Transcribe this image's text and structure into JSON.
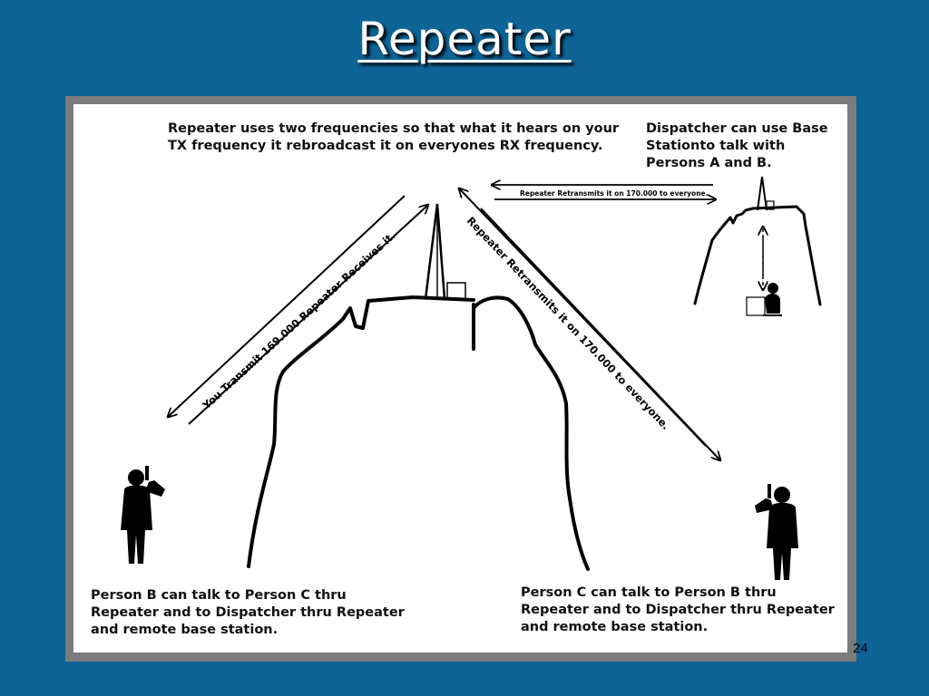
{
  "slide": {
    "title": "Repeater",
    "page_number": "24",
    "background_color": "#0e6497"
  },
  "diagram": {
    "top_note": "Repeater uses two frequencies so that what it hears on your\nTX frequency it rebroadcast it on everyones RX frequency.",
    "dispatcher_note": "Dispatcher can use Base\nStationto talk with\nPersons A and B.",
    "top_arrow_label": "Repeater Retransmits it on 170.000 to everyone.",
    "left_arrow_label": "You Transmit 169.000 Repeater Receives it.",
    "right_arrow_label": "Repeater Retransmits it on 170.000 to everyone.",
    "person_b_note": "Person B can talk to Person C thru\nRepeater and to Dispatcher thru Repeater\nand remote base  station.",
    "person_c_note": "Person C can talk to Person B thru\nRepeater and to Dispatcher thru Repeater\nand remote base  station.",
    "icons": [
      "repeater-tower-icon",
      "base-tower-icon",
      "person-with-radio-icon",
      "dispatcher-icon"
    ]
  }
}
